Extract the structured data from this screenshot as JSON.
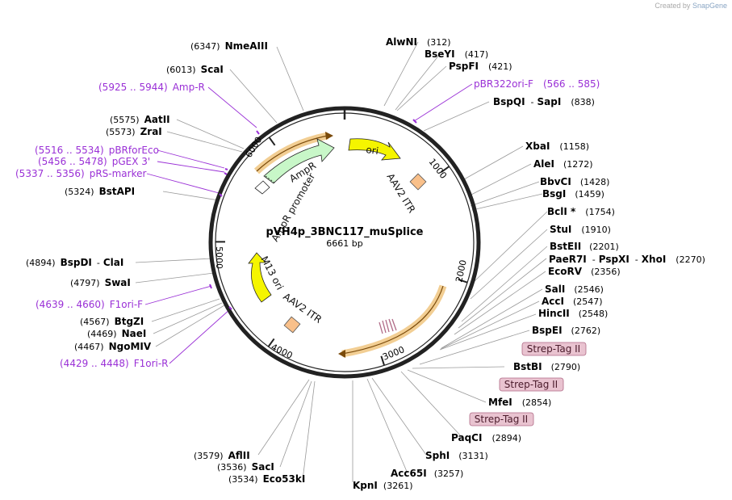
{
  "credit": {
    "prefix": "Created by",
    "brand": "SnapGene"
  },
  "plasmid": {
    "name": "pVH4p_3BNC117_muSplice",
    "size": "6661 bp"
  },
  "ticks": [
    "1000",
    "2000",
    "3000",
    "4000",
    "5000",
    "6000"
  ],
  "features": {
    "ori": "ori",
    "aav2_itr_right": "AAV2 ITR",
    "aav2_itr_left": "AAV2 ITR",
    "ampr": "AmpR",
    "ampr_promoter": "AmpR promoter",
    "m13_ori": "M13 ori"
  },
  "enzymes": {
    "nmeaiii": {
      "name": "NmeAIII",
      "pos": "(6347)"
    },
    "scai": {
      "name": "ScaI",
      "pos": "(6013)"
    },
    "aatii": {
      "name": "AatII",
      "pos": "(5575)"
    },
    "zrai": {
      "name": "ZraI",
      "pos": "(5573)"
    },
    "bstapi": {
      "name": "BstAPI",
      "pos": "(5324)"
    },
    "bspdi": {
      "name": "BspDI",
      "sep": "-",
      "name2": "ClaI",
      "pos": "(4894)"
    },
    "swai": {
      "name": "SwaI",
      "pos": "(4797)"
    },
    "btgzi": {
      "name": "BtgZI",
      "pos": "(4567)"
    },
    "naei": {
      "name": "NaeI",
      "pos": "(4469)"
    },
    "ngomiv": {
      "name": "NgoMIV",
      "pos": "(4467)"
    },
    "aflii": {
      "name": "AflII",
      "pos": "(3579)"
    },
    "saci": {
      "name": "SacI",
      "pos": "(3536)"
    },
    "eco53ki": {
      "name": "Eco53kI",
      "pos": "(3534)"
    },
    "kpni": {
      "name": "KpnI",
      "pos": "(3261)"
    },
    "acc65i": {
      "name": "Acc65I",
      "pos": "(3257)"
    },
    "sphi": {
      "name": "SphI",
      "pos": "(3131)"
    },
    "paqci": {
      "name": "PaqCI",
      "pos": "(2894)"
    },
    "mfei": {
      "name": "MfeI",
      "pos": "(2854)"
    },
    "bstbi": {
      "name": "BstBI",
      "pos": "(2790)"
    },
    "bspei": {
      "name": "BspEI",
      "pos": "(2762)"
    },
    "hincii": {
      "name": "HincII",
      "pos": "(2548)"
    },
    "acci": {
      "name": "AccI",
      "pos": "(2547)"
    },
    "sali": {
      "name": "SalI",
      "pos": "(2546)"
    },
    "ecorv": {
      "name": "EcoRV",
      "pos": "(2356)"
    },
    "paer7i": {
      "name": "PaeR7I",
      "sep": "-",
      "name2": "PspXI",
      "sep2": "-",
      "name3": "XhoI",
      "pos": "(2270)"
    },
    "bsteii": {
      "name": "BstEII",
      "pos": "(2201)"
    },
    "stui": {
      "name": "StuI",
      "pos": "(1910)"
    },
    "bcli": {
      "name": "BclI *",
      "pos": "(1754)"
    },
    "bsgi": {
      "name": "BsgI",
      "pos": "(1459)"
    },
    "bbvci": {
      "name": "BbvCI",
      "pos": "(1428)"
    },
    "alei": {
      "name": "AleI",
      "pos": "(1272)"
    },
    "xbai": {
      "name": "XbaI",
      "pos": "(1158)"
    },
    "bspqi": {
      "name": "BspQI",
      "sep": "-",
      "name2": "SapI",
      "pos": "(838)"
    },
    "pspfi": {
      "name": "PspFI",
      "pos": "(421)"
    },
    "bseyi": {
      "name": "BseYI",
      "pos": "(417)"
    },
    "alwni": {
      "name": "AlwNI",
      "pos": "(312)"
    }
  },
  "primers": {
    "ampr": {
      "range": "(5925 .. 5944)",
      "name": "Amp-R"
    },
    "pbrforeco": {
      "range": "(5516 .. 5534)",
      "name": "pBRforEco"
    },
    "pgex3": {
      "range": "(5456 .. 5478)",
      "name": "pGEX 3'"
    },
    "prsmarker": {
      "range": "(5337 .. 5356)",
      "name": "pRS-marker"
    },
    "f1orif": {
      "range": "(4639 .. 4660)",
      "name": "F1ori-F"
    },
    "f1orir": {
      "range": "(4429 .. 4448)",
      "name": "F1ori-R"
    },
    "pbr322orif": {
      "name": "pBR322ori-F",
      "range": "(566 .. 585)"
    }
  },
  "strep_tags": [
    "Strep-Tag II",
    "Strep-Tag II",
    "Strep-Tag II"
  ],
  "colors": {
    "backbone": "#222222",
    "ori": "#f5f500",
    "ampr": "#c8f7c8",
    "itr": "#f9c08a",
    "primer": "#9a30d6",
    "orf": "#e8a63a",
    "strep_fill": "#e9c3d0",
    "strep_border": "#b06a86"
  }
}
